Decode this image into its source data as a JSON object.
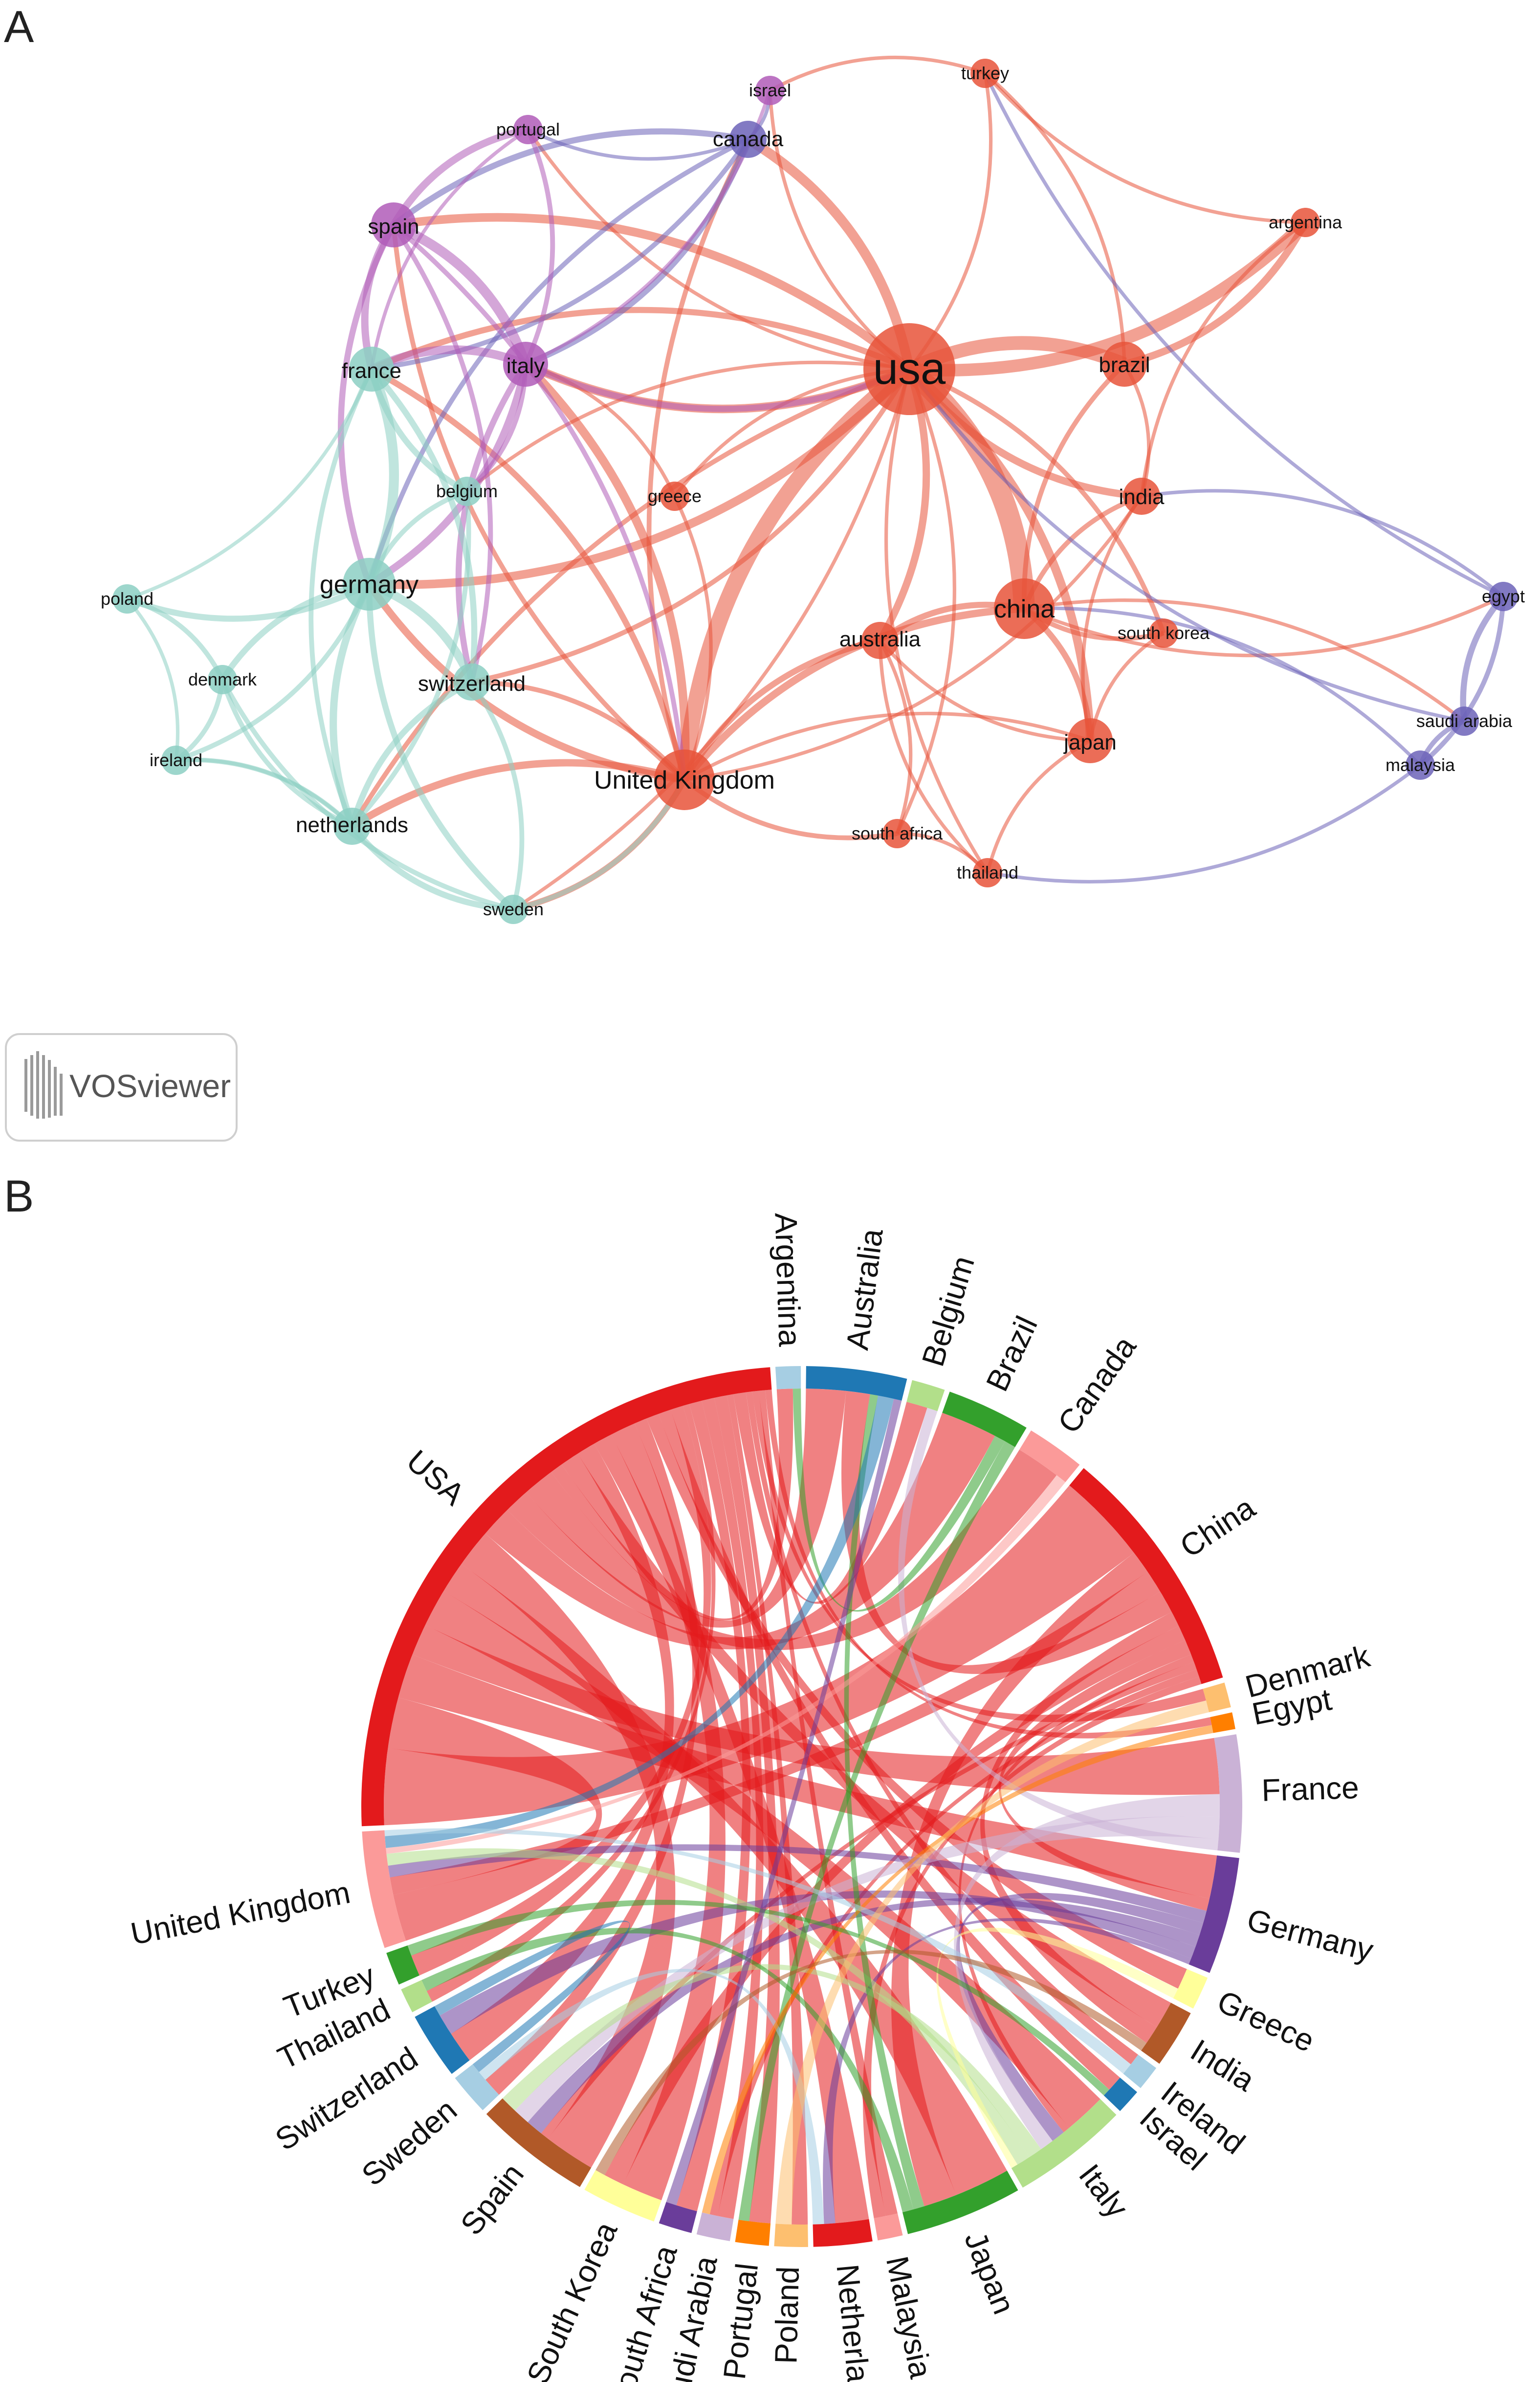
{
  "panel_a": {
    "letter": "A",
    "logo_text": "VOSviewer",
    "clusters": {
      "red": "#e8543a",
      "teal": "#8ccfc3",
      "purple": "#b05cb8",
      "blue": "#6c63b8",
      "pink": "#e0508f"
    },
    "nodes": [
      {
        "id": "usa",
        "label": "usa",
        "cluster": "red",
        "weight": 10
      },
      {
        "id": "china",
        "label": "china",
        "cluster": "red",
        "weight": 6
      },
      {
        "id": "uk",
        "label": "United Kingdom",
        "cluster": "red",
        "weight": 6
      },
      {
        "id": "brazil",
        "label": "brazil",
        "cluster": "red",
        "weight": 4
      },
      {
        "id": "india",
        "label": "india",
        "cluster": "red",
        "weight": 3
      },
      {
        "id": "japan",
        "label": "japan",
        "cluster": "red",
        "weight": 4
      },
      {
        "id": "australia",
        "label": "australia",
        "cluster": "red",
        "weight": 3
      },
      {
        "id": "southkorea",
        "label": "south korea",
        "cluster": "red",
        "weight": 2
      },
      {
        "id": "southafrica",
        "label": "south africa",
        "cluster": "red",
        "weight": 2
      },
      {
        "id": "thailand",
        "label": "thailand",
        "cluster": "red",
        "weight": 2
      },
      {
        "id": "argentina",
        "label": "argentina",
        "cluster": "red",
        "weight": 2
      },
      {
        "id": "turkey",
        "label": "turkey",
        "cluster": "red",
        "weight": 2
      },
      {
        "id": "greece",
        "label": "greece",
        "cluster": "red",
        "weight": 2
      },
      {
        "id": "canada",
        "label": "canada",
        "cluster": "blue",
        "weight": 3
      },
      {
        "id": "israel",
        "label": "israel",
        "cluster": "purple",
        "weight": 2
      },
      {
        "id": "portugal",
        "label": "portugal",
        "cluster": "purple",
        "weight": 2
      },
      {
        "id": "spain",
        "label": "spain",
        "cluster": "purple",
        "weight": 4
      },
      {
        "id": "italy",
        "label": "italy",
        "cluster": "purple",
        "weight": 4
      },
      {
        "id": "france",
        "label": "france",
        "cluster": "teal",
        "weight": 4
      },
      {
        "id": "belgium",
        "label": "belgium",
        "cluster": "teal",
        "weight": 2
      },
      {
        "id": "germany",
        "label": "germany",
        "cluster": "teal",
        "weight": 5
      },
      {
        "id": "switzerland",
        "label": "switzerland",
        "cluster": "teal",
        "weight": 3
      },
      {
        "id": "poland",
        "label": "poland",
        "cluster": "teal",
        "weight": 2
      },
      {
        "id": "denmark",
        "label": "denmark",
        "cluster": "teal",
        "weight": 2
      },
      {
        "id": "ireland",
        "label": "ireland",
        "cluster": "teal",
        "weight": 2
      },
      {
        "id": "netherlands",
        "label": "netherlands",
        "cluster": "teal",
        "weight": 3
      },
      {
        "id": "sweden",
        "label": "sweden",
        "cluster": "teal",
        "weight": 2
      },
      {
        "id": "egypt",
        "label": "egypt",
        "cluster": "blue",
        "weight": 2
      },
      {
        "id": "saudi",
        "label": "saudi arabia",
        "cluster": "blue",
        "weight": 2
      },
      {
        "id": "malaysia",
        "label": "malaysia",
        "cluster": "blue",
        "weight": 2
      }
    ],
    "edges": [
      [
        "usa",
        "china",
        16
      ],
      [
        "usa",
        "uk",
        12
      ],
      [
        "usa",
        "brazil",
        10
      ],
      [
        "usa",
        "argentina",
        9
      ],
      [
        "usa",
        "japan",
        6
      ],
      [
        "usa",
        "india",
        5
      ],
      [
        "usa",
        "australia",
        5
      ],
      [
        "usa",
        "canada",
        7
      ],
      [
        "usa",
        "italy",
        6
      ],
      [
        "usa",
        "spain",
        6
      ],
      [
        "usa",
        "germany",
        6
      ],
      [
        "usa",
        "france",
        4
      ],
      [
        "usa",
        "switzerland",
        3
      ],
      [
        "usa",
        "netherlands",
        3
      ],
      [
        "usa",
        "southkorea",
        3
      ],
      [
        "usa",
        "turkey",
        2
      ],
      [
        "usa",
        "israel",
        2
      ],
      [
        "usa",
        "greece",
        2
      ],
      [
        "usa",
        "southafrica",
        2
      ],
      [
        "usa",
        "thailand",
        2
      ],
      [
        "usa",
        "sweden",
        2
      ],
      [
        "usa",
        "belgium",
        2
      ],
      [
        "usa",
        "portugal",
        2
      ],
      [
        "china",
        "uk",
        5
      ],
      [
        "china",
        "japan",
        4
      ],
      [
        "china",
        "australia",
        4
      ],
      [
        "china",
        "india",
        3
      ],
      [
        "china",
        "southkorea",
        3
      ],
      [
        "china",
        "brazil",
        3
      ],
      [
        "china",
        "egypt",
        2
      ],
      [
        "china",
        "saudi",
        2
      ],
      [
        "uk",
        "italy",
        6
      ],
      [
        "uk",
        "germany",
        5
      ],
      [
        "uk",
        "france",
        4
      ],
      [
        "uk",
        "australia",
        4
      ],
      [
        "uk",
        "netherlands",
        5
      ],
      [
        "uk",
        "sweden",
        4
      ],
      [
        "uk",
        "switzerland",
        3
      ],
      [
        "uk",
        "spain",
        3
      ],
      [
        "uk",
        "southafrica",
        3
      ],
      [
        "uk",
        "canada",
        3
      ],
      [
        "uk",
        "india",
        2
      ],
      [
        "uk",
        "japan",
        2
      ],
      [
        "brazil",
        "argentina",
        5
      ],
      [
        "brazil",
        "india",
        2
      ],
      [
        "brazil",
        "turkey",
        2
      ],
      [
        "japan",
        "australia",
        2
      ],
      [
        "japan",
        "thailand",
        2
      ],
      [
        "australia",
        "southafrica",
        2
      ],
      [
        "australia",
        "thailand",
        2
      ],
      [
        "canada",
        "italy",
        4
      ],
      [
        "canada",
        "spain",
        4
      ],
      [
        "canada",
        "france",
        3
      ],
      [
        "canada",
        "germany",
        3
      ],
      [
        "canada",
        "portugal",
        2
      ],
      [
        "canada",
        "israel",
        2
      ],
      [
        "spain",
        "italy",
        7
      ],
      [
        "spain",
        "france",
        5
      ],
      [
        "spain",
        "portugal",
        5
      ],
      [
        "spain",
        "germany",
        4
      ],
      [
        "spain",
        "switzerland",
        3
      ],
      [
        "italy",
        "france",
        6
      ],
      [
        "italy",
        "germany",
        5
      ],
      [
        "italy",
        "switzerland",
        4
      ],
      [
        "italy",
        "belgium",
        3
      ],
      [
        "italy",
        "portugal",
        3
      ],
      [
        "france",
        "germany",
        7
      ],
      [
        "france",
        "belgium",
        4
      ],
      [
        "france",
        "switzerland",
        4
      ],
      [
        "france",
        "netherlands",
        3
      ],
      [
        "germany",
        "switzerland",
        6
      ],
      [
        "germany",
        "netherlands",
        5
      ],
      [
        "germany",
        "poland",
        4
      ],
      [
        "germany",
        "denmark",
        4
      ],
      [
        "germany",
        "ireland",
        3
      ],
      [
        "germany",
        "sweden",
        4
      ],
      [
        "germany",
        "belgium",
        3
      ],
      [
        "switzerland",
        "netherlands",
        4
      ],
      [
        "switzerland",
        "sweden",
        3
      ],
      [
        "netherlands",
        "sweden",
        4
      ],
      [
        "netherlands",
        "denmark",
        3
      ],
      [
        "netherlands",
        "ireland",
        3
      ],
      [
        "denmark",
        "ireland",
        3
      ],
      [
        "denmark",
        "poland",
        3
      ],
      [
        "poland",
        "ireland",
        2
      ],
      [
        "poland",
        "france",
        2
      ],
      [
        "sweden",
        "denmark",
        3
      ],
      [
        "egypt",
        "saudi",
        4
      ],
      [
        "egypt",
        "malaysia",
        3
      ],
      [
        "saudi",
        "malaysia",
        3
      ],
      [
        "egypt",
        "turkey",
        2
      ],
      [
        "egypt",
        "india",
        2
      ],
      [
        "saudi",
        "usa",
        2
      ],
      [
        "malaysia",
        "china",
        2
      ],
      [
        "malaysia",
        "thailand",
        2
      ],
      [
        "argentina",
        "india",
        2
      ],
      [
        "argentina",
        "turkey",
        2
      ],
      [
        "turkey",
        "israel",
        2
      ],
      [
        "israel",
        "italy",
        2
      ],
      [
        "greece",
        "italy",
        2
      ],
      [
        "greece",
        "uk",
        2
      ],
      [
        "southkorea",
        "japan",
        2
      ],
      [
        "southafrica",
        "thailand",
        2
      ],
      [
        "india",
        "japan",
        2
      ],
      [
        "belgium",
        "netherlands",
        3
      ],
      [
        "sweden",
        "uk",
        3
      ],
      [
        "ireland",
        "netherlands",
        2
      ],
      [
        "portugal",
        "france",
        2
      ],
      [
        "spain",
        "uk",
        3
      ],
      [
        "italy",
        "usa",
        4
      ]
    ]
  },
  "panel_b": {
    "letter": "B",
    "segments": [
      {
        "name": "Argentina",
        "value": 3,
        "color": "#a6cee3"
      },
      {
        "name": "Australia",
        "value": 12,
        "color": "#1f78b4"
      },
      {
        "name": "Belgium",
        "value": 4,
        "color": "#b2df8a"
      },
      {
        "name": "Brazil",
        "value": 10,
        "color": "#33a02c"
      },
      {
        "name": "Canada",
        "value": 7,
        "color": "#fb9a99"
      },
      {
        "name": "China",
        "value": 30,
        "color": "#e31a1c"
      },
      {
        "name": "Denmark",
        "value": 3,
        "color": "#fdbf6f"
      },
      {
        "name": "Egypt",
        "value": 2,
        "color": "#ff7f00"
      },
      {
        "name": "France",
        "value": 14,
        "color": "#cab2d6"
      },
      {
        "name": "Germany",
        "value": 14,
        "color": "#6a3d9a"
      },
      {
        "name": "Greece",
        "value": 4,
        "color": "#ffff99"
      },
      {
        "name": "India",
        "value": 7,
        "color": "#b15928"
      },
      {
        "name": "Ireland",
        "value": 3,
        "color": "#a6cee3"
      },
      {
        "name": "Israel",
        "value": 3,
        "color": "#1f78b4"
      },
      {
        "name": "Italy",
        "value": 14,
        "color": "#b2df8a"
      },
      {
        "name": "Japan",
        "value": 14,
        "color": "#33a02c"
      },
      {
        "name": "Malaysia",
        "value": 3,
        "color": "#fb9a99"
      },
      {
        "name": "Netherlands",
        "value": 7,
        "color": "#e31a1c"
      },
      {
        "name": "Poland",
        "value": 4,
        "color": "#fdbf6f"
      },
      {
        "name": "Portugal",
        "value": 4,
        "color": "#ff7f00"
      },
      {
        "name": "Saudi Arabia",
        "value": 4,
        "color": "#cab2d6"
      },
      {
        "name": "South Africa",
        "value": 4,
        "color": "#6a3d9a"
      },
      {
        "name": "South Korea",
        "value": 9,
        "color": "#ffff99"
      },
      {
        "name": "Spain",
        "value": 14,
        "color": "#b15928"
      },
      {
        "name": "Sweden",
        "value": 5,
        "color": "#a6cee3"
      },
      {
        "name": "Switzerland",
        "value": 8,
        "color": "#1f78b4"
      },
      {
        "name": "Thailand",
        "value": 3,
        "color": "#b2df8a"
      },
      {
        "name": "Turkey",
        "value": 4,
        "color": "#33a02c"
      },
      {
        "name": "United Kingdom",
        "value": 14,
        "color": "#fb9a99"
      },
      {
        "name": "USA",
        "value": 80,
        "color": "#e31a1c"
      }
    ],
    "ribbons": [
      [
        "USA",
        "China",
        12
      ],
      [
        "USA",
        "United Kingdom",
        8
      ],
      [
        "USA",
        "Germany",
        7
      ],
      [
        "USA",
        "France",
        5
      ],
      [
        "USA",
        "Italy",
        6
      ],
      [
        "USA",
        "Japan",
        5
      ],
      [
        "USA",
        "Spain",
        6
      ],
      [
        "USA",
        "Brazil",
        5
      ],
      [
        "USA",
        "Canada",
        4
      ],
      [
        "USA",
        "Australia",
        5
      ],
      [
        "USA",
        "Argentina",
        2
      ],
      [
        "USA",
        "India",
        3
      ],
      [
        "USA",
        "Switzerland",
        3
      ],
      [
        "USA",
        "Netherlands",
        3
      ],
      [
        "USA",
        "South Korea",
        4
      ],
      [
        "USA",
        "Sweden",
        2
      ],
      [
        "USA",
        "Greece",
        2
      ],
      [
        "USA",
        "Israel",
        2
      ],
      [
        "USA",
        "Turkey",
        2
      ],
      [
        "USA",
        "Thailand",
        1
      ],
      [
        "USA",
        "South Africa",
        2
      ],
      [
        "USA",
        "Saudi Arabia",
        2
      ],
      [
        "USA",
        "Portugal",
        2
      ],
      [
        "USA",
        "Poland",
        1
      ],
      [
        "USA",
        "Belgium",
        2
      ],
      [
        "USA",
        "Ireland",
        1
      ],
      [
        "USA",
        "Denmark",
        1
      ],
      [
        "USA",
        "Malaysia",
        1
      ],
      [
        "USA",
        "Egypt",
        1
      ],
      [
        "China",
        "Japan",
        3
      ],
      [
        "China",
        "United Kingdom",
        3
      ],
      [
        "China",
        "Australia",
        3
      ],
      [
        "China",
        "India",
        2
      ],
      [
        "China",
        "South Korea",
        2
      ],
      [
        "China",
        "Germany",
        2
      ],
      [
        "China",
        "Italy",
        1
      ],
      [
        "China",
        "Spain",
        1
      ],
      [
        "China",
        "Saudi Arabia",
        1
      ],
      [
        "China",
        "Malaysia",
        1
      ],
      [
        "Germany",
        "United Kingdom",
        2
      ],
      [
        "Germany",
        "Italy",
        2
      ],
      [
        "Germany",
        "Spain",
        2
      ],
      [
        "Germany",
        "Switzerland",
        2
      ],
      [
        "Germany",
        "Netherlands",
        1
      ],
      [
        "France",
        "Italy",
        2
      ],
      [
        "France",
        "Spain",
        2
      ],
      [
        "France",
        "Belgium",
        1
      ],
      [
        "Italy",
        "Spain",
        2
      ],
      [
        "Italy",
        "United Kingdom",
        2
      ],
      [
        "Japan",
        "Australia",
        1
      ],
      [
        "Japan",
        "Thailand",
        1
      ],
      [
        "Brazil",
        "Argentina",
        1
      ],
      [
        "Brazil",
        "Portugal",
        1
      ],
      [
        "Canada",
        "United Kingdom",
        1
      ],
      [
        "Australia",
        "United Kingdom",
        2
      ],
      [
        "Sweden",
        "Netherlands",
        1
      ],
      [
        "Egypt",
        "Saudi Arabia",
        1
      ],
      [
        "Greece",
        "Italy",
        1
      ],
      [
        "Ireland",
        "United Kingdom",
        1
      ],
      [
        "Turkey",
        "Israel",
        1
      ],
      [
        "India",
        "South Korea",
        1
      ],
      [
        "Denmark",
        "Poland",
        1
      ],
      [
        "Switzerland",
        "Sweden",
        1
      ],
      [
        "South Africa",
        "Australia",
        1
      ]
    ]
  }
}
